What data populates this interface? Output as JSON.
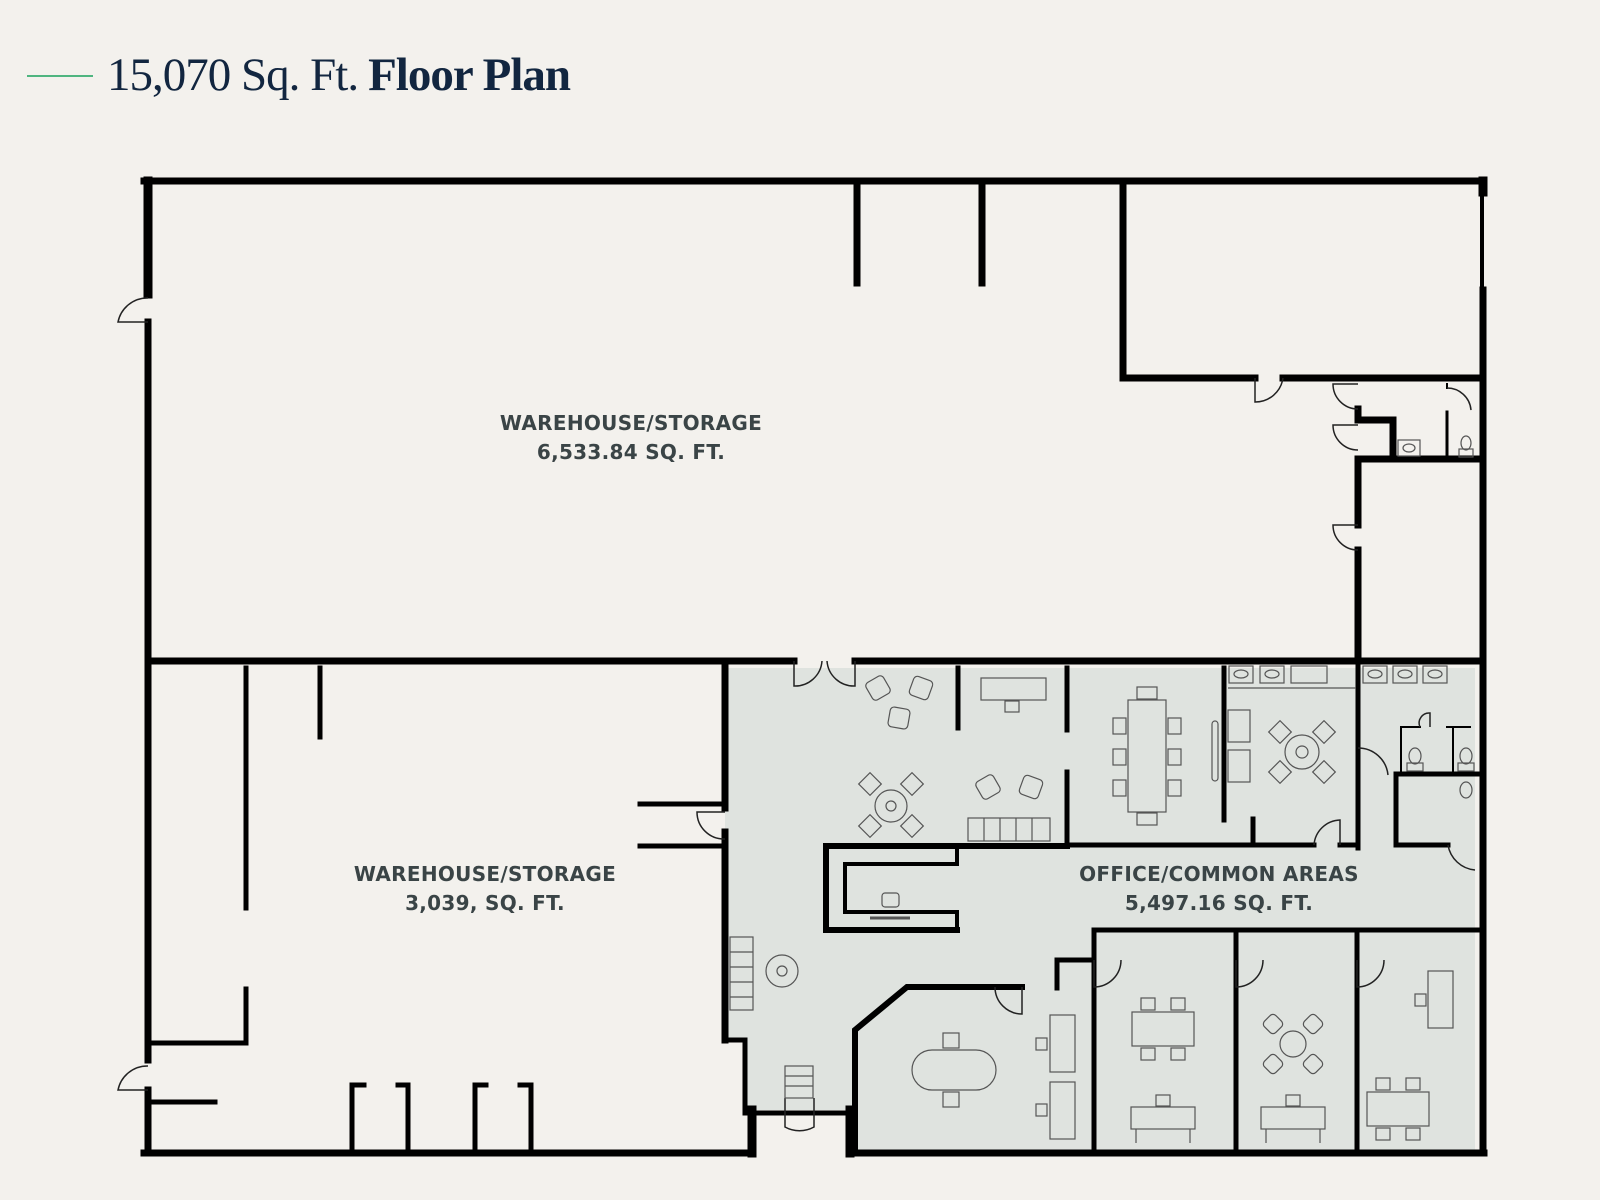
{
  "header": {
    "area_text": "15,070 Sq. Ft.",
    "title_text": "Floor Plan",
    "accent_color": "#4fb580",
    "title_color": "#122640"
  },
  "rooms": [
    {
      "name": "WAREHOUSE/STORAGE",
      "area": "6,533.84 SQ. FT.",
      "fill": "#f3f1ed"
    },
    {
      "name": "WAREHOUSE/STORAGE",
      "area": "3,039, SQ. FT.",
      "fill": "#f3f1ed"
    },
    {
      "name": "OFFICE/COMMON AREAS",
      "area": "5,497.16 SQ. FT.",
      "fill": "#dfe3df"
    }
  ],
  "colors": {
    "background": "#f3f1ed",
    "wall": "#000000",
    "office_fill": "#dfe3df",
    "label": "#3a4446",
    "furniture_stroke": "#555555"
  }
}
